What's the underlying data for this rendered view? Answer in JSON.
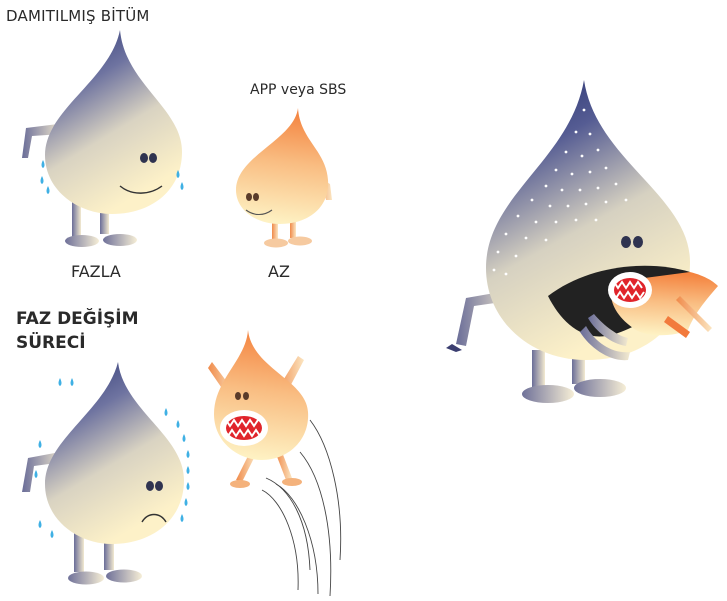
{
  "labels": {
    "distilled_bitumen": "DAMITILMIŞ BİTÜM",
    "polymer": "APP veya SBS",
    "much": "FAZLA",
    "little": "AZ",
    "phase_change_line1": "FAZ DEĞİŞİM",
    "phase_change_line2": "SÜRECİ"
  },
  "colors": {
    "bitumen_dark": "#25306e",
    "bitumen_mid": "#8f93b4",
    "bitumen_light": "#fdf1c8",
    "polymer_dark": "#f4833f",
    "polymer_light": "#fef4c6",
    "mouth_red": "#e0242b",
    "text": "#2a2a2a"
  }
}
